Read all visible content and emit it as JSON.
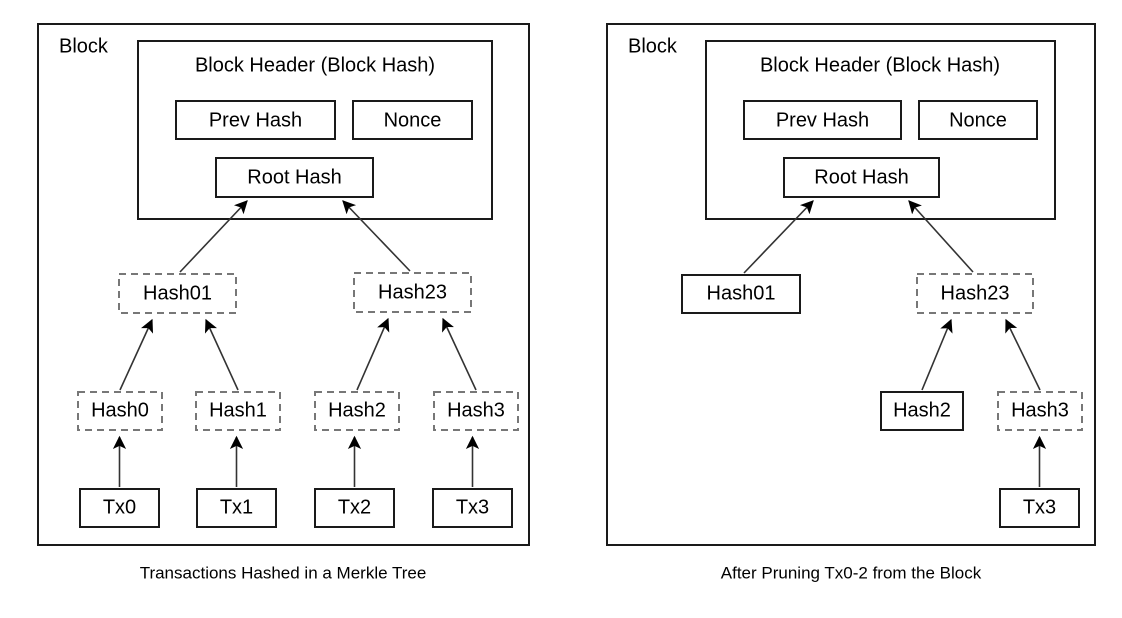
{
  "figure": {
    "title_left_caption": "Transactions Hashed in a Merkle Tree",
    "title_right_caption": "After Pruning Tx0-2 from the Block",
    "colors": {
      "stroke_solid": "#1a1a1a",
      "stroke_dashed": "#777777",
      "background": "#ffffff",
      "text": "#000000",
      "edge": "#333333"
    }
  },
  "panels": [
    {
      "id": "left",
      "block_label": "Block",
      "caption": "Transactions Hashed in a Merkle Tree",
      "header": {
        "title": "Block Header (Block Hash)",
        "fields": [
          {
            "label": "Prev Hash",
            "style": "solid"
          },
          {
            "label": "Nonce",
            "style": "solid"
          },
          {
            "label": "Root Hash",
            "style": "solid"
          }
        ]
      },
      "merkle_level_1": [
        {
          "label": "Hash01",
          "style": "dashed"
        },
        {
          "label": "Hash23",
          "style": "dashed"
        }
      ],
      "merkle_level_0": [
        {
          "label": "Hash0",
          "style": "dashed"
        },
        {
          "label": "Hash1",
          "style": "dashed"
        },
        {
          "label": "Hash2",
          "style": "dashed"
        },
        {
          "label": "Hash3",
          "style": "dashed"
        }
      ],
      "transactions": [
        {
          "label": "Tx0",
          "style": "solid"
        },
        {
          "label": "Tx1",
          "style": "solid"
        },
        {
          "label": "Tx2",
          "style": "solid"
        },
        {
          "label": "Tx3",
          "style": "solid"
        }
      ]
    },
    {
      "id": "right",
      "block_label": "Block",
      "caption": "After Pruning Tx0-2 from the Block",
      "header": {
        "title": "Block Header (Block Hash)",
        "fields": [
          {
            "label": "Prev Hash",
            "style": "solid"
          },
          {
            "label": "Nonce",
            "style": "solid"
          },
          {
            "label": "Root Hash",
            "style": "solid"
          }
        ]
      },
      "merkle_level_1": [
        {
          "label": "Hash01",
          "style": "solid"
        },
        {
          "label": "Hash23",
          "style": "dashed"
        }
      ],
      "merkle_level_0": [
        {
          "label": "Hash2",
          "style": "solid"
        },
        {
          "label": "Hash3",
          "style": "dashed"
        }
      ],
      "transactions": [
        {
          "label": "Tx3",
          "style": "solid"
        }
      ]
    }
  ],
  "labels": {
    "left_block": "Block",
    "left_header_title": "Block Header (Block Hash)",
    "left_prev_hash": "Prev Hash",
    "left_nonce": "Nonce",
    "left_root_hash": "Root Hash",
    "left_hash01": "Hash01",
    "left_hash23": "Hash23",
    "left_hash0": "Hash0",
    "left_hash1": "Hash1",
    "left_hash2": "Hash2",
    "left_hash3": "Hash3",
    "left_tx0": "Tx0",
    "left_tx1": "Tx1",
    "left_tx2": "Tx2",
    "left_tx3": "Tx3",
    "left_caption": "Transactions Hashed in a Merkle Tree",
    "right_block": "Block",
    "right_header_title": "Block Header (Block Hash)",
    "right_prev_hash": "Prev Hash",
    "right_nonce": "Nonce",
    "right_root_hash": "Root Hash",
    "right_hash01": "Hash01",
    "right_hash23": "Hash23",
    "right_hash2": "Hash2",
    "right_hash3": "Hash3",
    "right_tx3": "Tx3",
    "right_caption": "After Pruning Tx0-2 from the Block"
  }
}
